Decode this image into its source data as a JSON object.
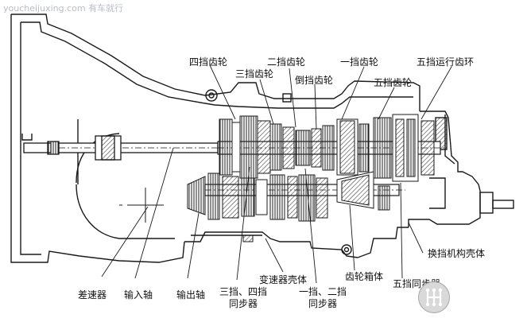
{
  "watermark": "youcheijuxing.com 有车就行",
  "labels": {
    "fourth_gear": "四挡齿轮",
    "third_gear": "三挡齿轮",
    "second_gear": "二挡齿轮",
    "reverse_gear": "倒挡齿轮",
    "first_gear": "一挡齿轮",
    "fifth_gear": "五挡齿轮",
    "fifth_idler_ring": "五挡运行齿环",
    "shift_housing": "换挡机构壳体",
    "fifth_sync": "五挡同步器",
    "gearbox_case": "齿轮箱体",
    "transmission_case": "变速器壳体",
    "differential": "差速器",
    "input_shaft": "输入轴",
    "output_shaft": "输出轴",
    "sync_34_line1": "三挡、四挡",
    "sync_34_line2": "同步器",
    "sync_12_line1": "一挡、二挡",
    "sync_12_line2": "同步器"
  },
  "colors": {
    "line": "#1a1a1a",
    "hatch": "#333333",
    "label": "#111111",
    "watermark": "#b9bec6"
  },
  "logo": {
    "icon": "gear-shift-icon"
  }
}
